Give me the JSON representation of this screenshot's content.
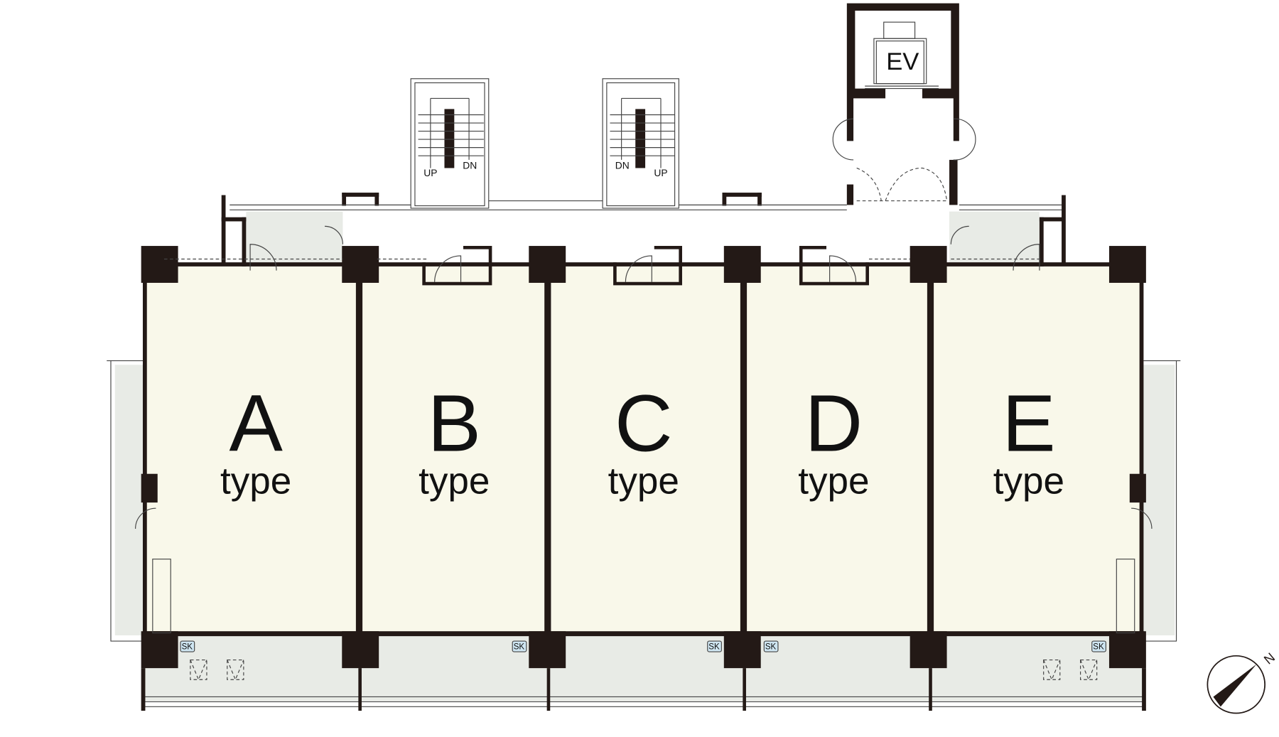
{
  "units": [
    {
      "letter": "A",
      "type_label": "type"
    },
    {
      "letter": "B",
      "type_label": "type"
    },
    {
      "letter": "C",
      "type_label": "type"
    },
    {
      "letter": "D",
      "type_label": "type"
    },
    {
      "letter": "E",
      "type_label": "type"
    }
  ],
  "elevator_label": "EV",
  "stairs": [
    {
      "left": "UP",
      "right": "DN"
    },
    {
      "left": "DN",
      "right": "UP"
    }
  ],
  "sink_label": "SK",
  "compass_label": "N",
  "colors": {
    "room": "#f9f8ea",
    "balcony": "#e8ebe6",
    "wall": "#231916",
    "sink": "#cfe6f2"
  }
}
